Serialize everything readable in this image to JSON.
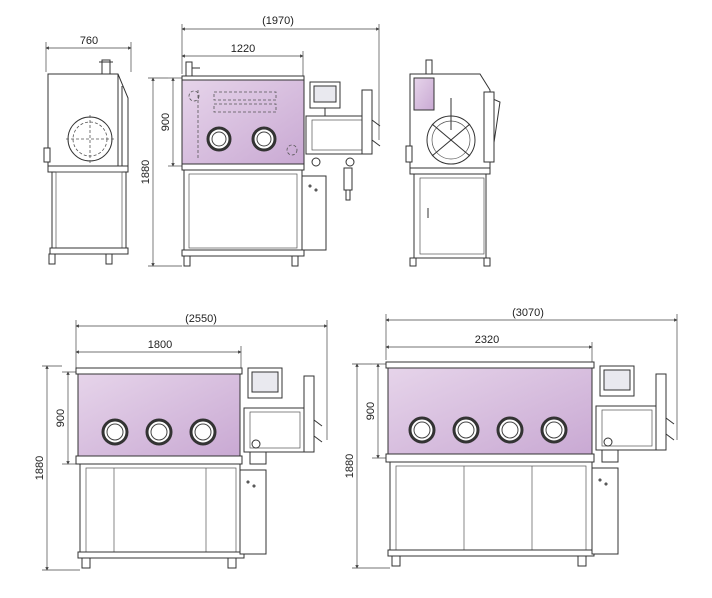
{
  "views": {
    "side_left": {
      "width_label": "760"
    },
    "front_small": {
      "overall_label": "(1970)",
      "chamber_label": "1220",
      "height_chamber_label": "900",
      "height_total_label": "1880"
    },
    "front_medium": {
      "overall_label": "(2550)",
      "chamber_label": "1800",
      "height_chamber_label": "900",
      "height_total_label": "1880"
    },
    "front_large": {
      "overall_label": "(3070)",
      "chamber_label": "2320",
      "height_chamber_label": "900",
      "height_total_label": "1880"
    }
  },
  "colors": {
    "glass_top": "#e6d4ea",
    "glass_bottom": "#c9a9d3",
    "line": "#333333"
  }
}
